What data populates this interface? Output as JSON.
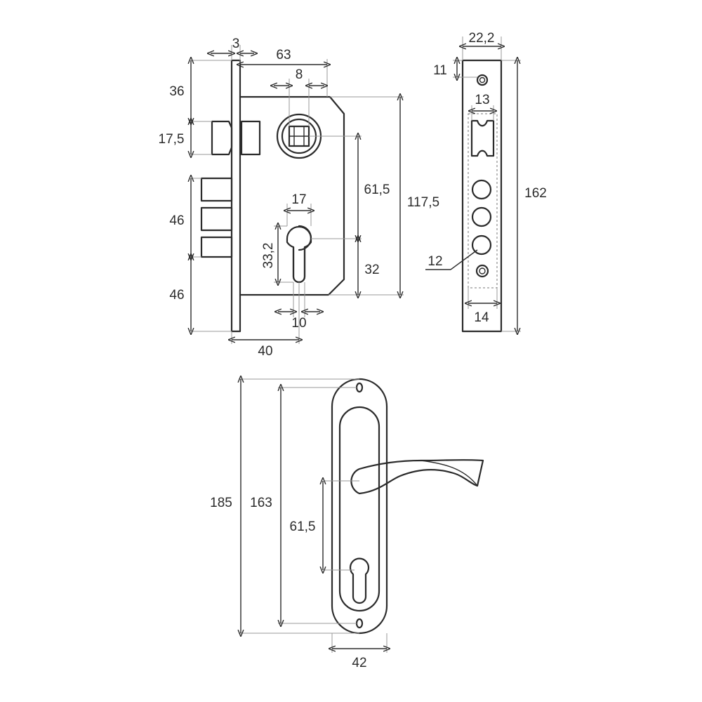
{
  "lock_body": {
    "dimensions": {
      "faceplate_thickness": "3",
      "backset_total": "63",
      "spindle_square": "8",
      "latch_offset_top": "36",
      "latch_height": "17,5",
      "cylinder_width": "17",
      "center_distance": "61,5",
      "body_height": "117,5",
      "cylinder_height": "33,2",
      "cylinder_lower": "32",
      "bolt_offset_a": "46",
      "bolt_offset_b": "46",
      "cylinder_narrow": "10",
      "backset": "40"
    }
  },
  "faceplate": {
    "dimensions": {
      "width": "22,2",
      "screw_offset": "11",
      "slot_width": "13",
      "hole_diameter": "12",
      "lower_width": "14",
      "length": "162"
    }
  },
  "handle_plate": {
    "dimensions": {
      "overall_height": "185",
      "screw_spacing": "163",
      "center_distance": "61,5",
      "width": "42"
    }
  },
  "colors": {
    "line": "#2b2b2b",
    "extension": "#9a9a9a",
    "background": "#ffffff"
  }
}
